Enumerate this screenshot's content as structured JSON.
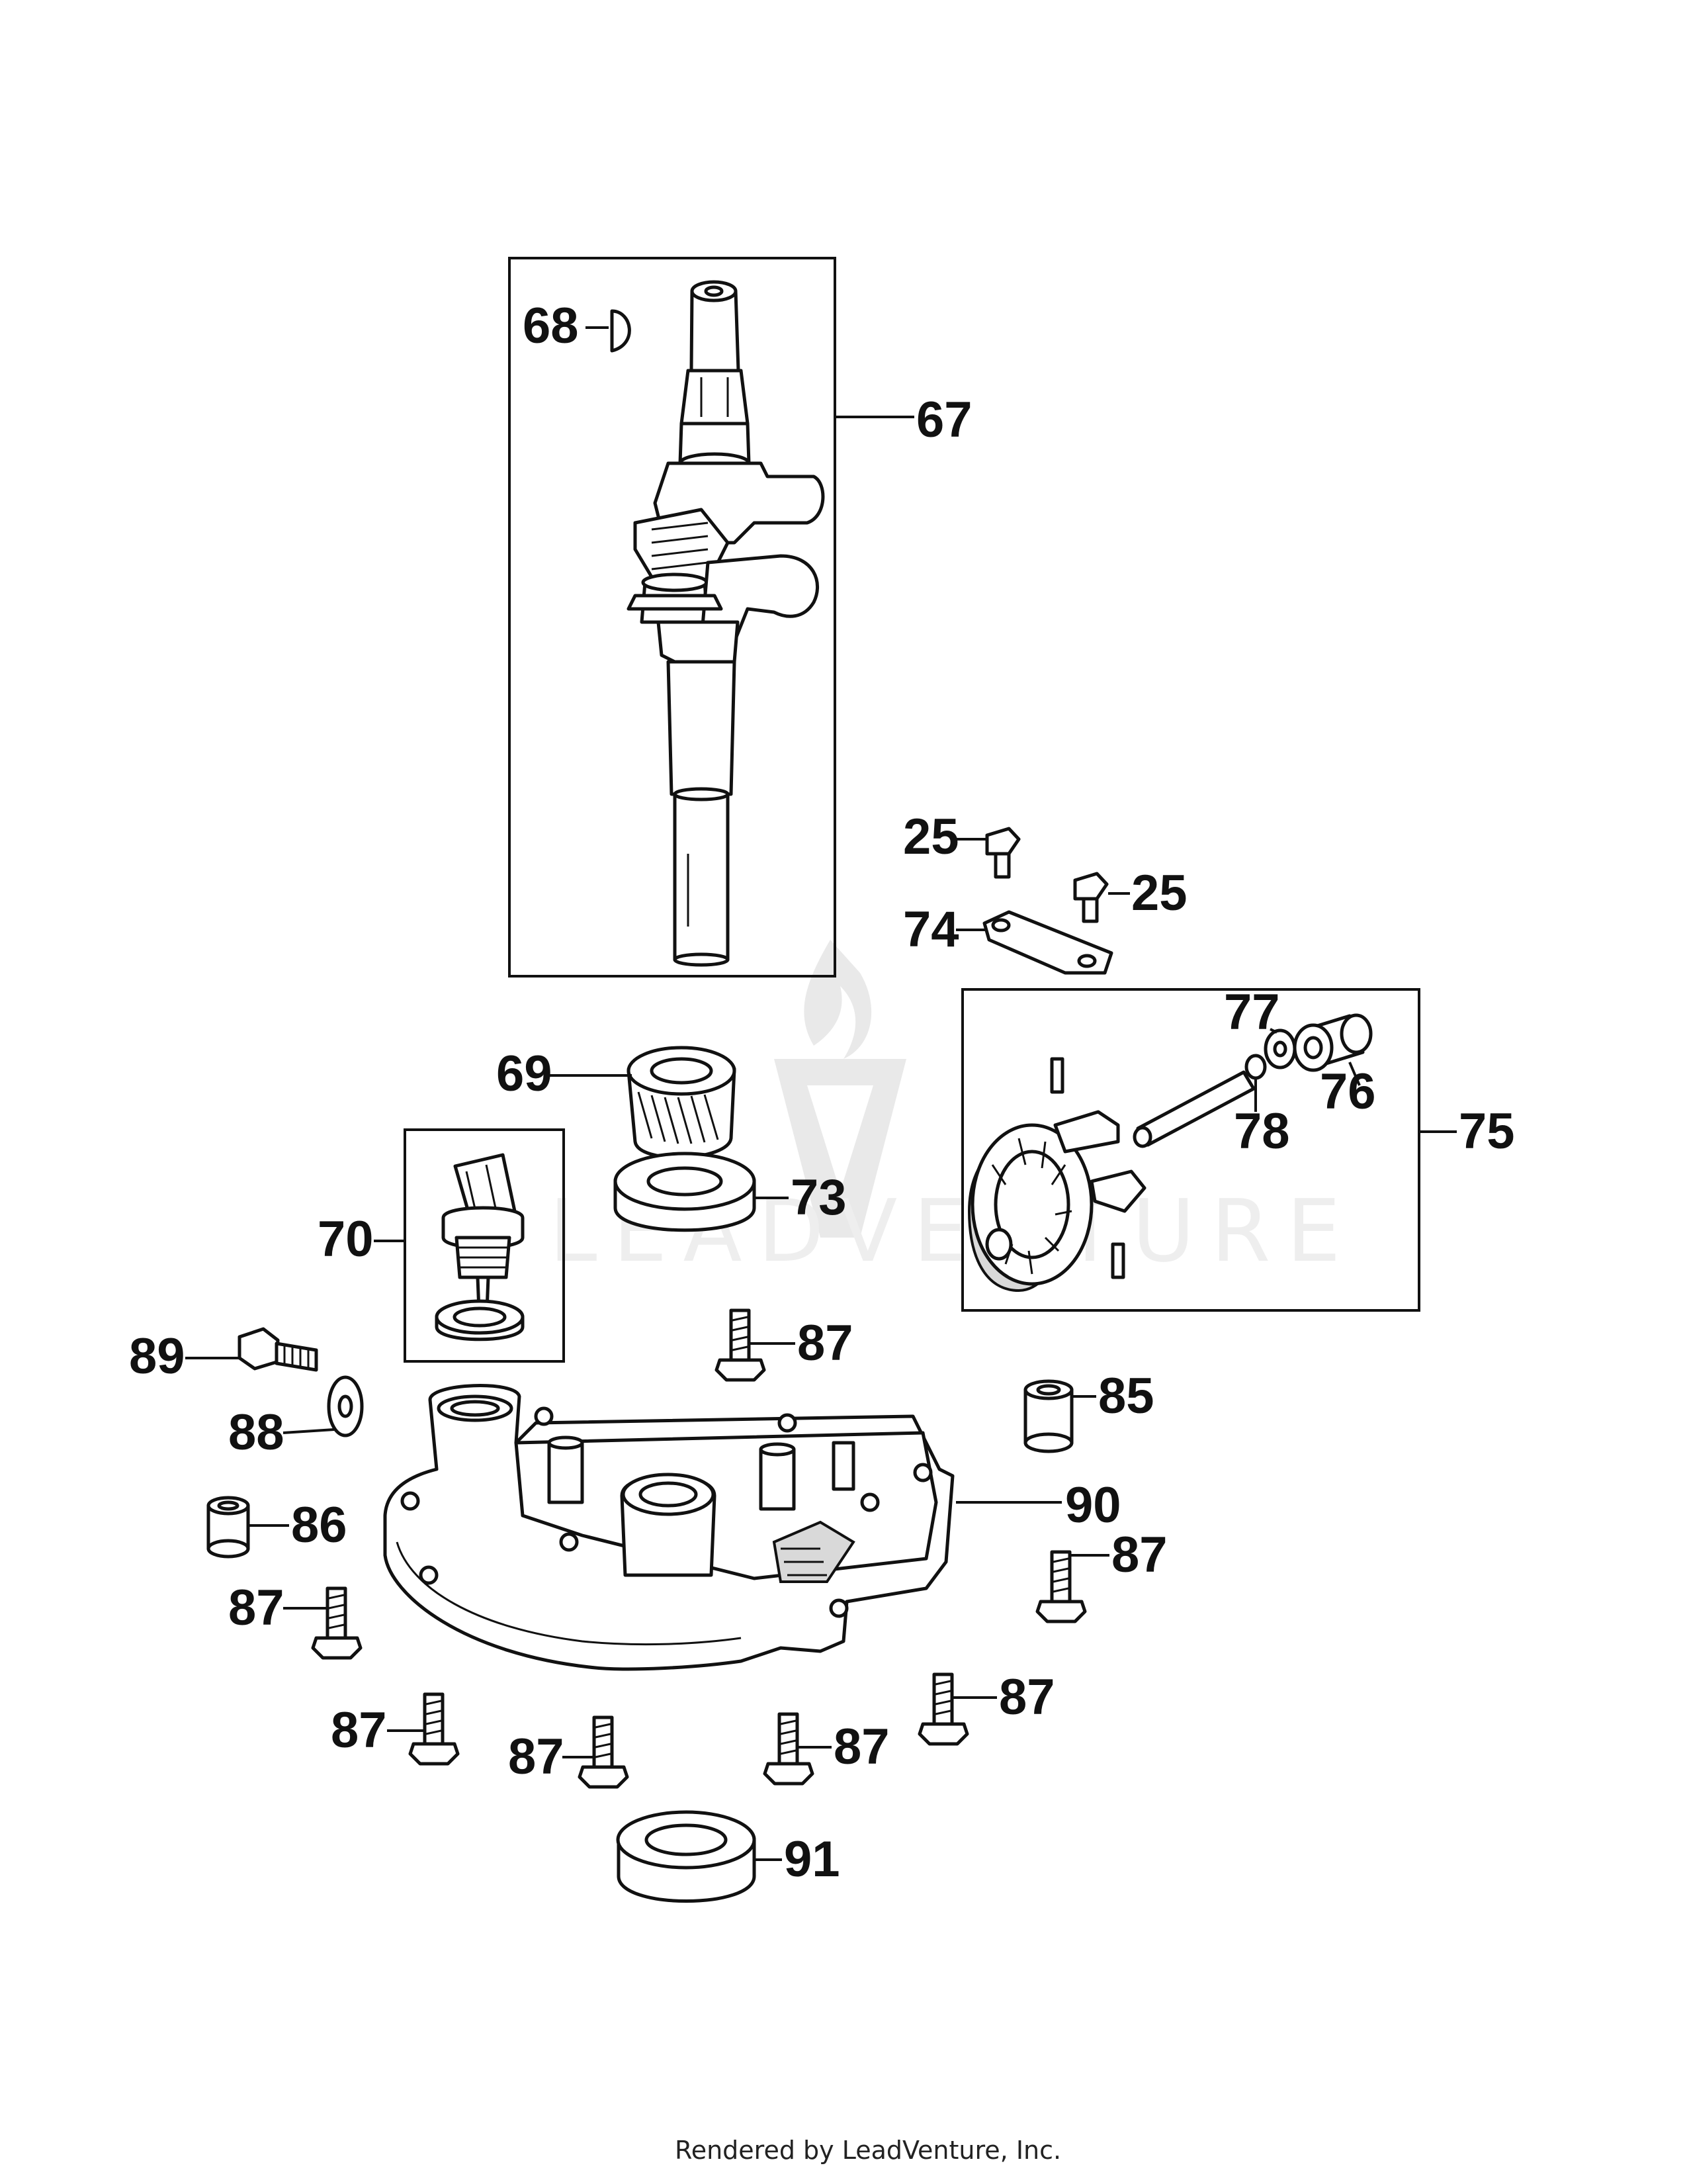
{
  "watermark": {
    "text": "LEADVENTURE"
  },
  "footer": {
    "text": "Rendered by LeadVenture, Inc."
  },
  "callouts": {
    "c67": "67",
    "c68": "68",
    "c69": "69",
    "c70": "70",
    "c73": "73",
    "c74": "74",
    "c75": "75",
    "c76": "76",
    "c77": "77",
    "c78": "78",
    "c25a": "25",
    "c25b": "25",
    "c85": "85",
    "c86": "86",
    "c88": "88",
    "c89": "89",
    "c90": "90",
    "c91": "91",
    "c87a": "87",
    "c87b": "87",
    "c87c": "87",
    "c87d": "87",
    "c87e": "87",
    "c87f": "87",
    "c87g": "87"
  }
}
